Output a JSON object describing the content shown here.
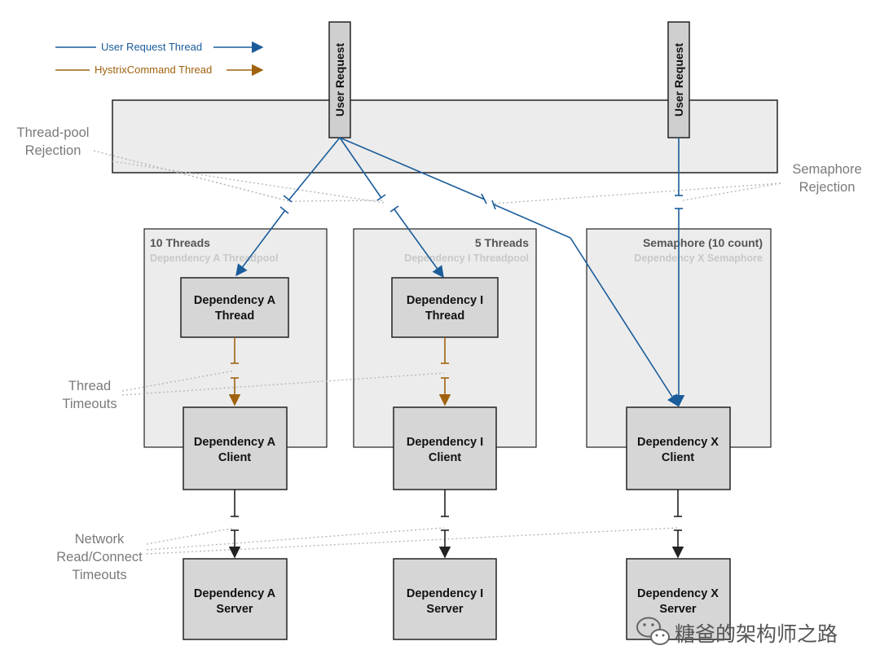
{
  "legend": {
    "user_thread": "User Request Thread",
    "hystrix_thread": "HystrixCommand Thread",
    "user_color": "#1a5c9a",
    "hystrix_color": "#a0620f"
  },
  "user_request_label": "User Request",
  "side_labels": {
    "threadpool_rejection": [
      "Thread-pool",
      "Rejection"
    ],
    "semaphore_rejection": [
      "Semaphore",
      "Rejection"
    ],
    "thread_timeouts": [
      "Thread",
      "Timeouts"
    ],
    "network_timeouts": [
      "Network",
      "Read/Connect",
      "Timeouts"
    ]
  },
  "pools": [
    {
      "title": "10 Threads",
      "subtitle": "Dependency A Threadpool"
    },
    {
      "title": "5 Threads",
      "subtitle": "Dependency I Threadpool"
    },
    {
      "title": "Semaphore (10 count)",
      "subtitle": "Dependency X Semaphore"
    }
  ],
  "boxes": {
    "a_thread": [
      "Dependency A",
      "Thread"
    ],
    "i_thread": [
      "Dependency I",
      "Thread"
    ],
    "a_client": [
      "Dependency A",
      "Client"
    ],
    "i_client": [
      "Dependency I",
      "Client"
    ],
    "x_client": [
      "Dependency X",
      "Client"
    ],
    "a_server": [
      "Dependency A",
      "Server"
    ],
    "i_server": [
      "Dependency I",
      "Server"
    ],
    "x_server": [
      "Dependency X",
      "Server"
    ]
  },
  "watermark": "糖爸的架构师之路"
}
